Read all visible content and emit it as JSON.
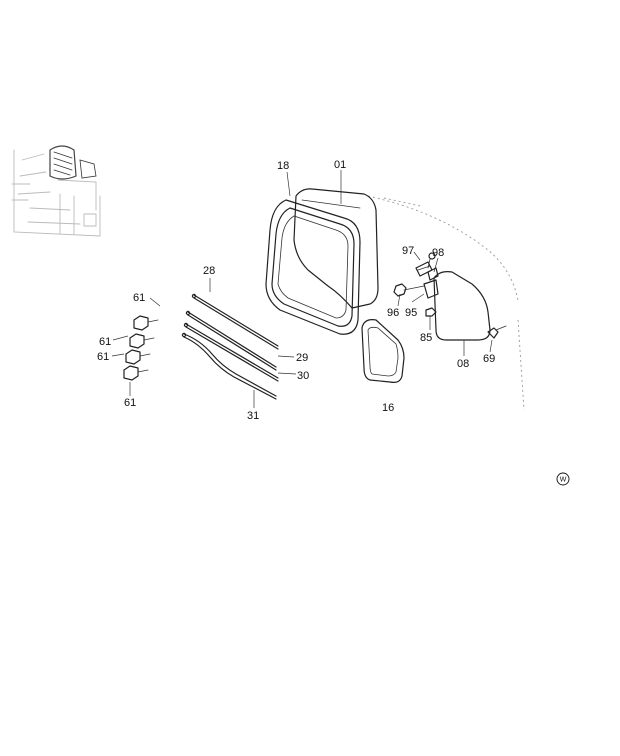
{
  "labels": {
    "p18": "18",
    "p01": "01",
    "p28": "28",
    "p61a": "61",
    "p61b": "61",
    "p61c": "61",
    "p61d": "61",
    "p29": "29",
    "p30": "30",
    "p31": "31",
    "p16": "16",
    "p97": "97",
    "p98": "98",
    "p96": "96",
    "p95": "95",
    "p85": "85",
    "p08": "08",
    "p69": "69"
  },
  "mark": "W"
}
